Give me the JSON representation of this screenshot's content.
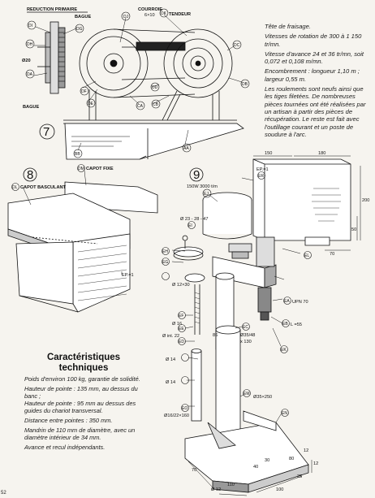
{
  "notes": {
    "p1": "Tête de fraisage.",
    "p2": "Vitesses de rotation de 300 à 1 150 tr/mn.",
    "p3": "Vitesse d'avance 24 et 36 tr/mn, soit 0,072 et 0,108 m/mn.",
    "p4": "Encombrement : longueur 1,10 m ; largeur 0,55 m.",
    "p5": "Les roulements sont neufs ainsi que les tiges filetées. De nombreuses pièces tournées ont été réalisées par un artisan à partir des pièces de récupération. Le reste est fait avec l'outillage courant et un poste de soudure à l'arc."
  },
  "specs": {
    "title": "Caractéristiques techniques",
    "p1": "Poids d'environ 100 kg, garantie de solidité.",
    "p2": "Hauteur de pointe : 135 mm, au dessus du banc ;",
    "p3": "Hauteur de pointe : 95 mm au dessus des guides du chariot transversal.",
    "p4": "Distance entre pointes : 350 mm.",
    "p5": "Mandrin de 110 mm de diamètre, avec un diamètre intérieur de 34 mm.",
    "p6": "Avance et recul indépendants."
  },
  "fig7": {
    "number": "7",
    "title": "REDUCTION PRIMAIRE",
    "courroie": "COURROIE",
    "courroie_dim": "6×10",
    "bague_top": "BAGUE",
    "bague_bottom": "BAGUE",
    "phi20": "Ø20",
    "tendeur": "TENDEUR",
    "labels": [
      "DI",
      "DG",
      "DJ",
      "DK",
      "DC",
      "DB",
      "DA",
      "DH",
      "DF",
      "DD",
      "DE",
      "CB",
      "CA",
      "BB",
      "AA"
    ]
  },
  "fig8": {
    "number": "8",
    "capot_fixe": "CAPOT FIXE",
    "capot_basculant": "CAPOT BASCULANT",
    "ep": "EP.=1",
    "dm": "DM",
    "dl": "DL"
  },
  "fig9": {
    "number": "9",
    "motor": "150W  3000 t/m",
    "diam1": "Ø 23 - 28 - 47",
    "ep": "EP.=1",
    "diam12": "Ø 12×30",
    "phi16": "Ø 16",
    "int22": "Ø int. 22",
    "phi14a": "Ø 14",
    "phi14b": "Ø 14",
    "tube": "Ø16/22×160",
    "phi35": "Ø35/48",
    "x130": "x 130",
    "phi35x250": "Ø35×250",
    "upn": "UPN 70",
    "l55": "L =55",
    "phi12": "Ø 12",
    "dims": [
      "150",
      "180",
      "200",
      "50",
      "70",
      "70",
      "110",
      "100",
      "25",
      "12",
      "12",
      "80",
      "30",
      "40",
      "86"
    ],
    "labels": [
      "ER",
      "EL",
      "EJ",
      "EI",
      "EH",
      "EG",
      "EF",
      "EE",
      "ED",
      "EC",
      "EB",
      "EA",
      "EM",
      "EN",
      "EO",
      "EK"
    ]
  },
  "corner": "52"
}
